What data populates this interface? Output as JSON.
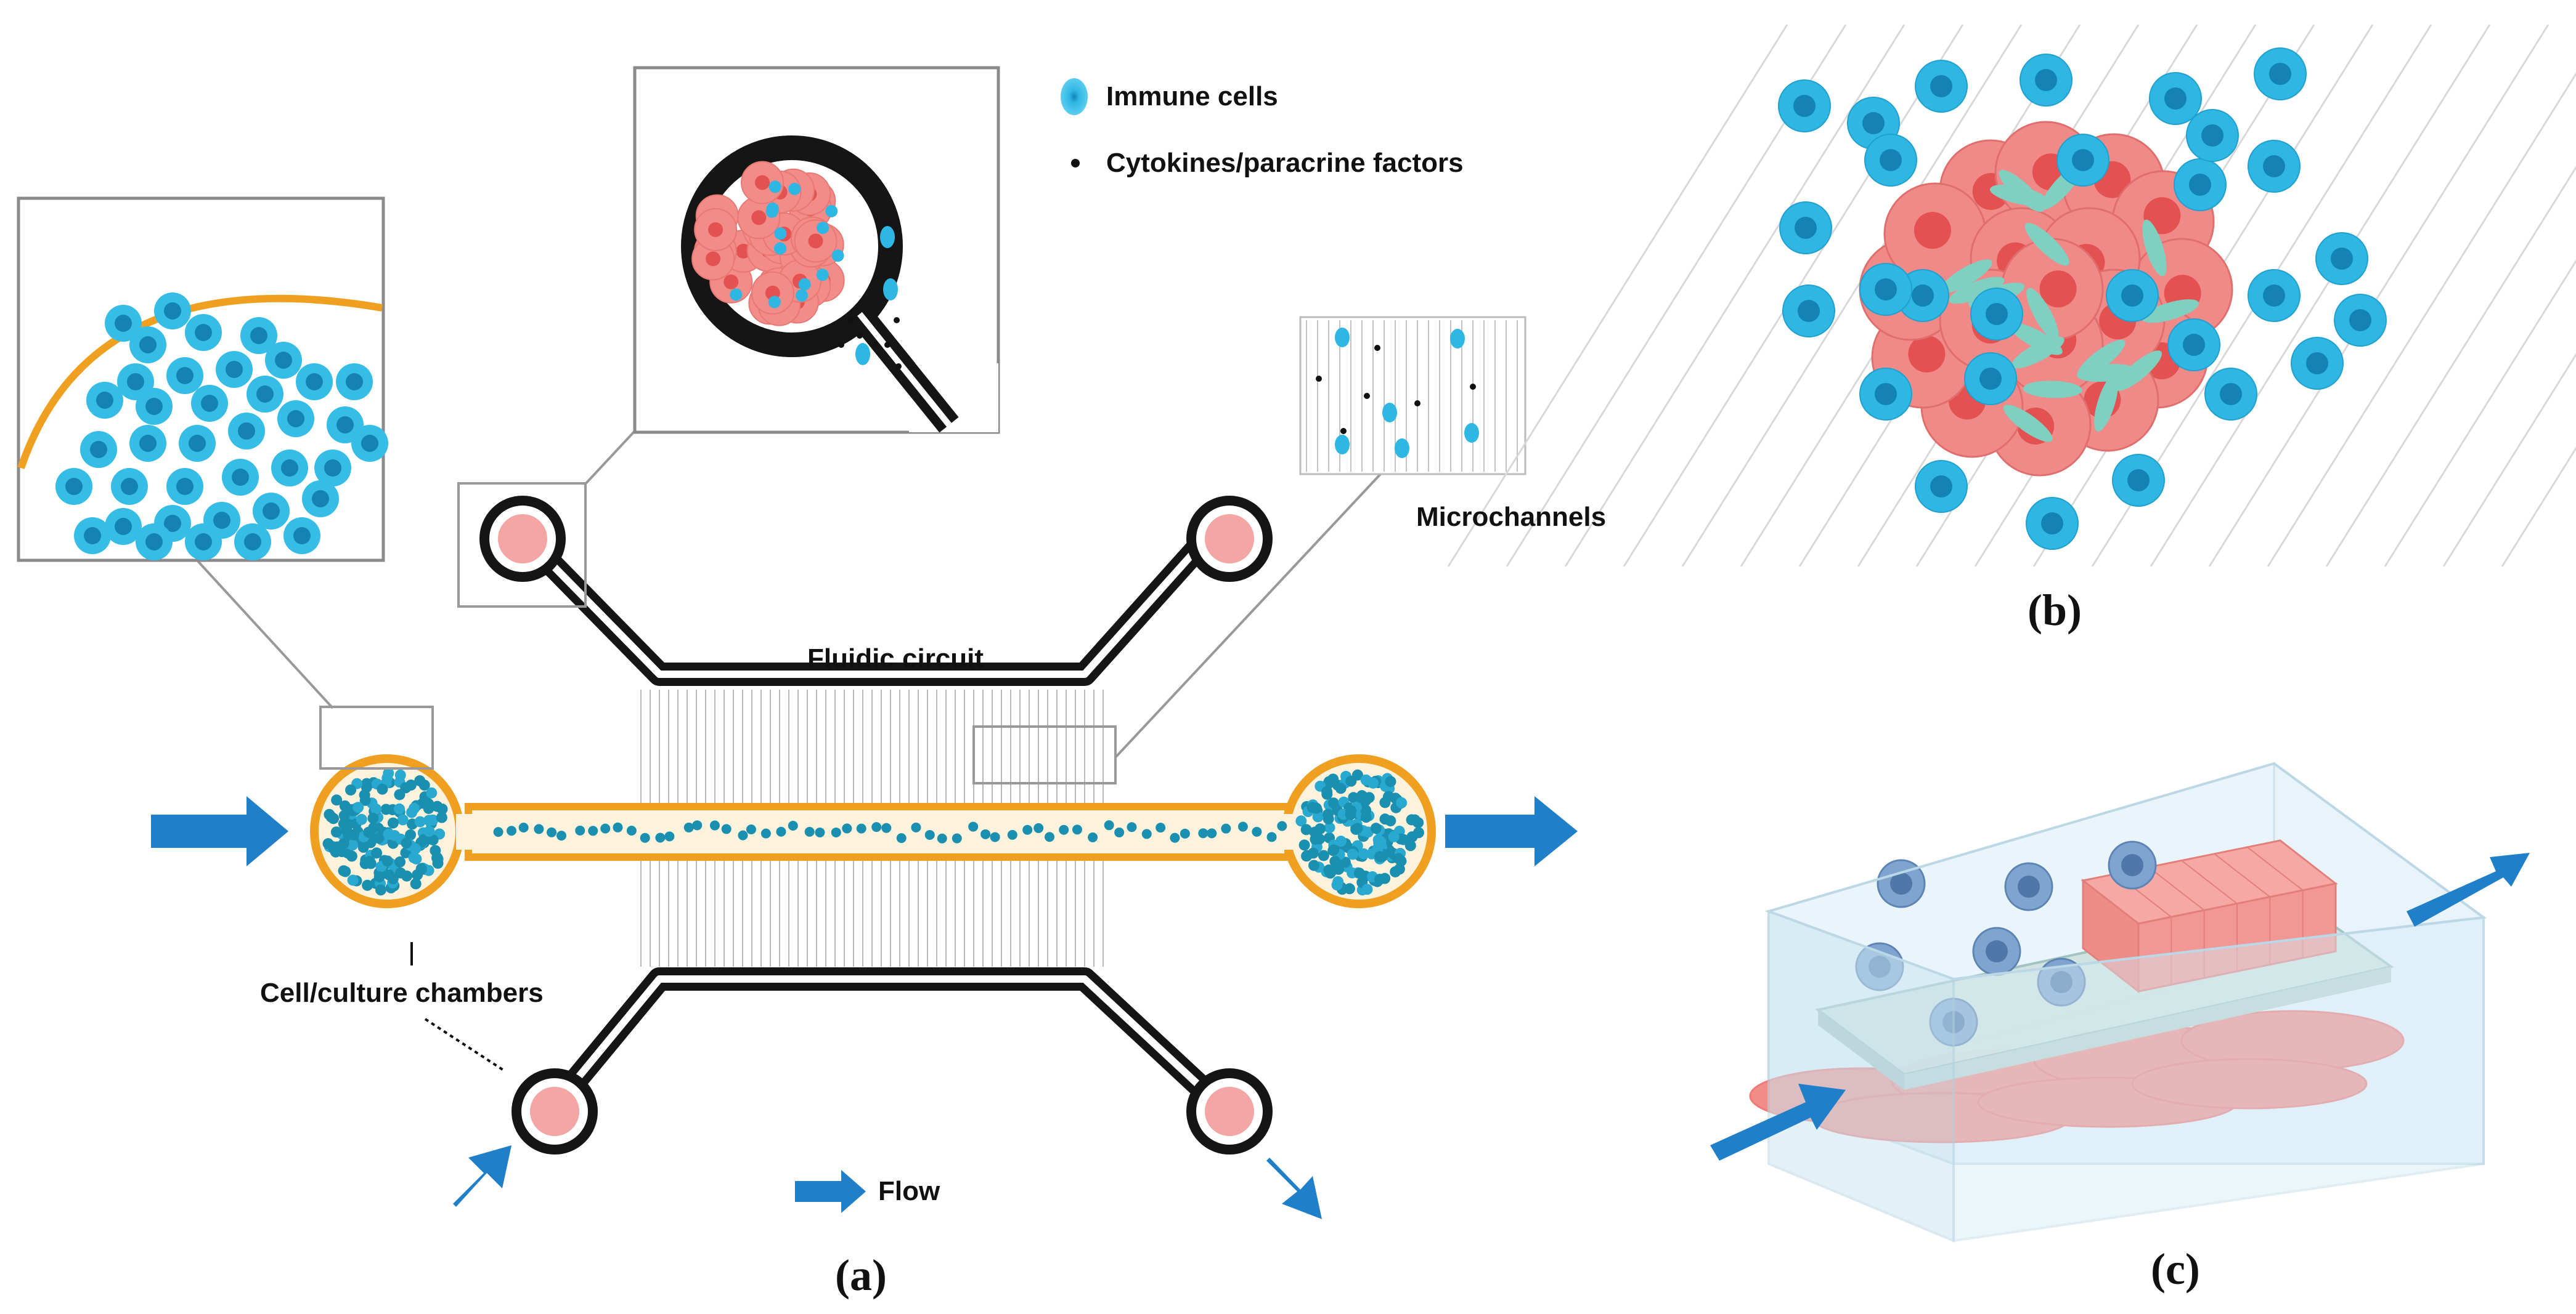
{
  "labels": {
    "legend_immune": "Immune cells",
    "legend_cytokines": "Cytokines/paracrine factors",
    "microchannels": "Microchannels",
    "fluidic_circuit": "Fluidic circuit",
    "cell_chambers": "Cell/culture chambers",
    "flow": "Flow"
  },
  "panels": {
    "a": "(a)",
    "b": "(b)",
    "c": "(c)"
  },
  "colors": {
    "immune_cell": "#2fb7e4",
    "immune_nucleus": "#1582b4",
    "tumor_cell": "#f08a88",
    "tumor_nucleus": "#e35150",
    "fibroblast": "#7fd0c1",
    "chamber_border": "#f0a020",
    "channel_dots": "#1a8fb0",
    "arrow": "#1f7fc8",
    "circuit": "#151515",
    "box": "#cfe7f3"
  },
  "icons": {
    "flow_arrow": "arrow-right-icon",
    "immune": "immune-cell-icon",
    "cytokine": "cytokine-dot-icon"
  }
}
